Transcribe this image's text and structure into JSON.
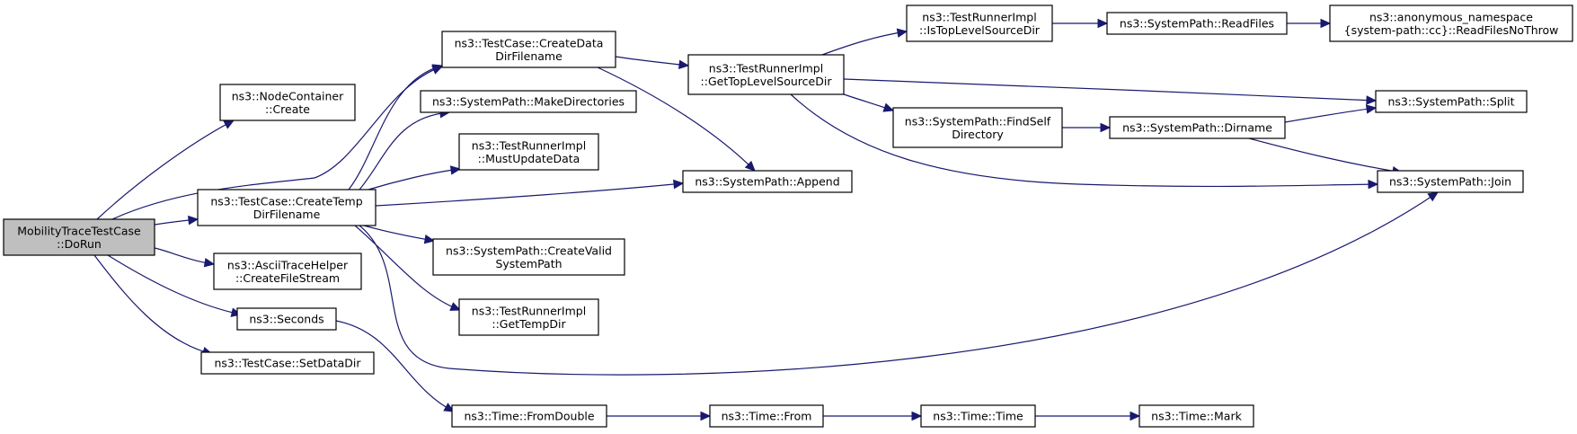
{
  "diagram": {
    "edge_color": "#191970",
    "root_fill": "#bfbfbf",
    "nodes": [
      {
        "id": "dorun",
        "lines": [
          "MobilityTraceTestCase",
          "::DoRun"
        ],
        "root": true
      },
      {
        "id": "nodecontainer_create",
        "lines": [
          "ns3::NodeContainer",
          "::Create"
        ]
      },
      {
        "id": "createtempdir",
        "lines": [
          "ns3::TestCase::CreateTemp",
          "DirFilename"
        ]
      },
      {
        "id": "createfilestream",
        "lines": [
          "ns3::AsciiTraceHelper",
          "::CreateFileStream"
        ]
      },
      {
        "id": "seconds",
        "lines": [
          "ns3::Seconds"
        ]
      },
      {
        "id": "setdatadir",
        "lines": [
          "ns3::TestCase::SetDataDir"
        ]
      },
      {
        "id": "createdatadir",
        "lines": [
          "ns3::TestCase::CreateData",
          "DirFilename"
        ]
      },
      {
        "id": "makedirectories",
        "lines": [
          "ns3::SystemPath::MakeDirectories"
        ]
      },
      {
        "id": "mustupdatedata",
        "lines": [
          "ns3::TestRunnerImpl",
          "::MustUpdateData"
        ]
      },
      {
        "id": "createvalid",
        "lines": [
          "ns3::SystemPath::CreateValid",
          "SystemPath"
        ]
      },
      {
        "id": "gettempdir",
        "lines": [
          "ns3::TestRunnerImpl",
          "::GetTempDir"
        ]
      },
      {
        "id": "fromdouble",
        "lines": [
          "ns3::Time::FromDouble"
        ]
      },
      {
        "id": "gettoplevel",
        "lines": [
          "ns3::TestRunnerImpl",
          "::GetTopLevelSourceDir"
        ]
      },
      {
        "id": "append",
        "lines": [
          "ns3::SystemPath::Append"
        ]
      },
      {
        "id": "from",
        "lines": [
          "ns3::Time::From"
        ]
      },
      {
        "id": "istoplevel",
        "lines": [
          "ns3::TestRunnerImpl",
          "::IsTopLevelSourceDir"
        ]
      },
      {
        "id": "findself",
        "lines": [
          "ns3::SystemPath::FindSelf",
          "Directory"
        ]
      },
      {
        "id": "time",
        "lines": [
          "ns3::Time::Time"
        ]
      },
      {
        "id": "readfiles",
        "lines": [
          "ns3::SystemPath::ReadFiles"
        ]
      },
      {
        "id": "dirname",
        "lines": [
          "ns3::SystemPath::Dirname"
        ]
      },
      {
        "id": "mark",
        "lines": [
          "ns3::Time::Mark"
        ]
      },
      {
        "id": "readfilesnothrow",
        "lines": [
          "ns3::anonymous_namespace",
          "{system-path::cc}::ReadFilesNoThrow"
        ]
      },
      {
        "id": "split",
        "lines": [
          "ns3::SystemPath::Split"
        ]
      },
      {
        "id": "join",
        "lines": [
          "ns3::SystemPath::Join"
        ]
      }
    ],
    "edges": [
      [
        "dorun",
        "nodecontainer_create"
      ],
      [
        "dorun",
        "createdatadir"
      ],
      [
        "dorun",
        "createtempdir"
      ],
      [
        "dorun",
        "createfilestream"
      ],
      [
        "dorun",
        "seconds"
      ],
      [
        "dorun",
        "setdatadir"
      ],
      [
        "createtempdir",
        "createdatadir"
      ],
      [
        "createtempdir",
        "makedirectories"
      ],
      [
        "createtempdir",
        "mustupdatedata"
      ],
      [
        "createtempdir",
        "append"
      ],
      [
        "createtempdir",
        "createvalid"
      ],
      [
        "createtempdir",
        "gettempdir"
      ],
      [
        "createtempdir",
        "join"
      ],
      [
        "createdatadir",
        "gettoplevel"
      ],
      [
        "createdatadir",
        "append"
      ],
      [
        "seconds",
        "fromdouble"
      ],
      [
        "fromdouble",
        "from"
      ],
      [
        "from",
        "time"
      ],
      [
        "time",
        "mark"
      ],
      [
        "gettoplevel",
        "istoplevel"
      ],
      [
        "gettoplevel",
        "split"
      ],
      [
        "gettoplevel",
        "findself"
      ],
      [
        "gettoplevel",
        "join"
      ],
      [
        "istoplevel",
        "readfiles"
      ],
      [
        "readfiles",
        "readfilesnothrow"
      ],
      [
        "findself",
        "dirname"
      ],
      [
        "dirname",
        "split"
      ],
      [
        "dirname",
        "join"
      ]
    ]
  }
}
